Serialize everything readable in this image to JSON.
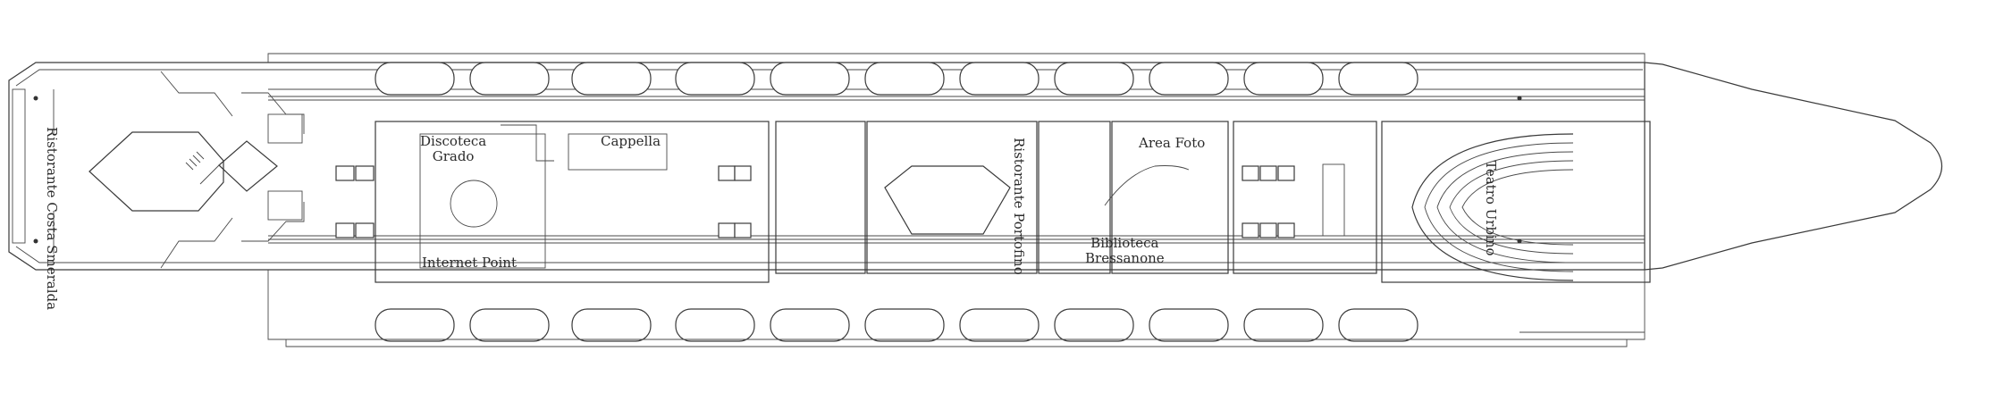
{
  "deck_plan": {
    "venues": {
      "ristorante_costa_smeralda": "Ristorante Costa Smeralda",
      "discoteca_grado": "Discoteca\nGrado",
      "cappella": "Cappella",
      "internet_point": "Internet Point",
      "ristorante_portofino": "Ristorante Portofino",
      "area_foto": "Area Foto",
      "biblioteca_bressanone": "Biblioteca\nBressanone",
      "teatro_urbino": "Teatro Urbino"
    },
    "lifeboats_per_side": 11,
    "icons": [
      "elevator-icon",
      "stairs-icon",
      "restroom-icon"
    ]
  }
}
